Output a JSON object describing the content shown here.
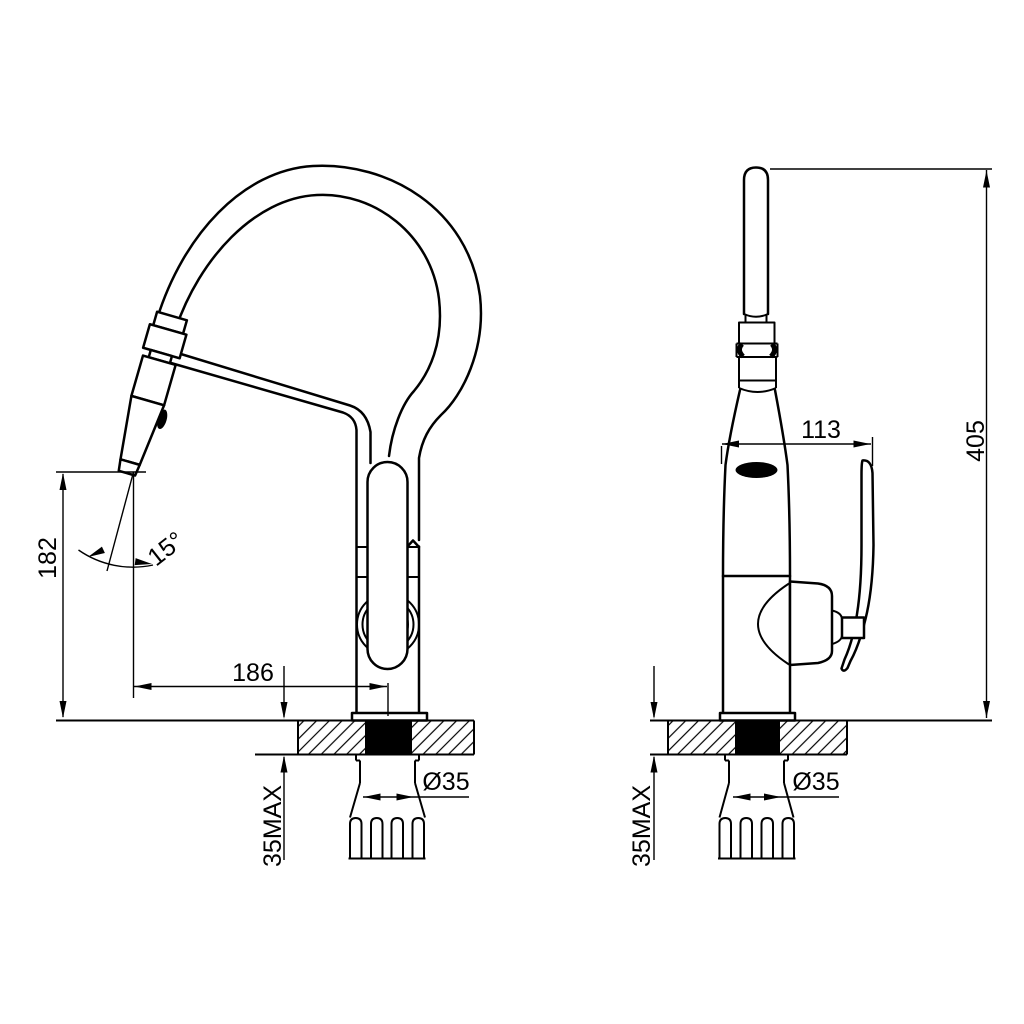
{
  "drawing": {
    "left_view": {
      "height_label": "182",
      "reach_label": "186",
      "angle_label": "15°",
      "deck_thickness_label": "35MAX",
      "hole_diameter_label": "Ø35"
    },
    "right_view": {
      "width_label": "113",
      "height_label": "405",
      "deck_thickness_label": "35MAX",
      "hole_diameter_label": "Ø35"
    }
  }
}
